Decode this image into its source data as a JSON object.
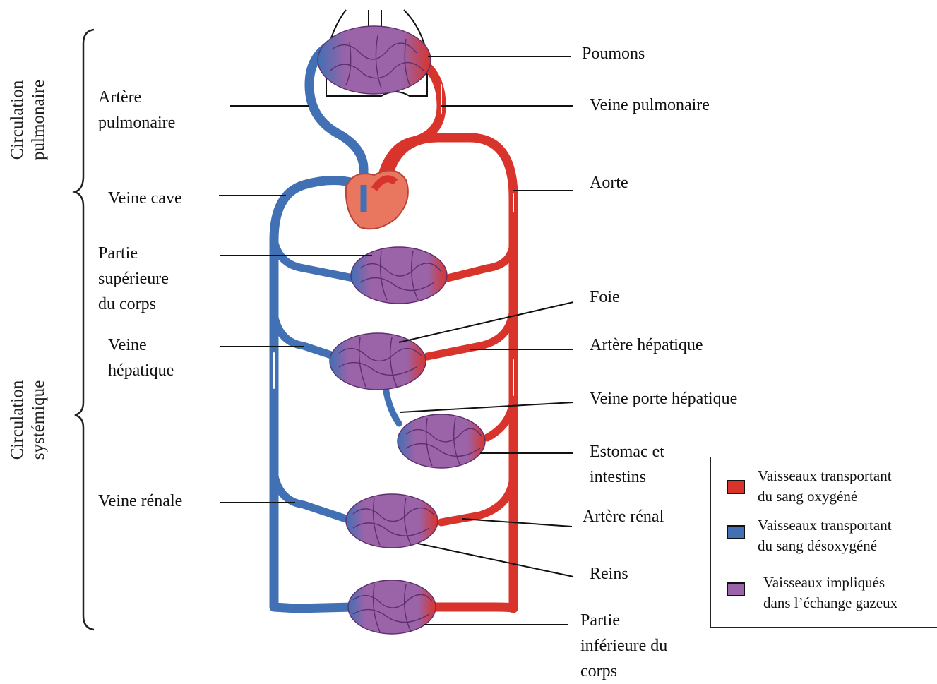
{
  "colors": {
    "oxygenated": "#d8342c",
    "deoxygenated": "#4170b4",
    "exchange": "#9b63a8",
    "heart": "#e9765f"
  },
  "side_labels": {
    "pulmonary": [
      "Circulation",
      "pulmonaire"
    ],
    "systemic": [
      "Circulation",
      "systémique"
    ]
  },
  "labels": {
    "poumons": "Poumons",
    "artere_pulmonaire": [
      "Artère",
      "pulmonaire"
    ],
    "veine_pulmonaire": "Veine pulmonaire",
    "veine_cave": "Veine cave",
    "aorte": "Aorte",
    "partie_superieure": [
      "Partie",
      "supérieure",
      "du corps"
    ],
    "foie": "Foie",
    "veine_hepatique": [
      "Veine",
      "hépatique"
    ],
    "artere_hepatique": "Artère hépatique",
    "veine_porte": "Veine porte hépatique",
    "estomac": [
      "Estomac et",
      "intestins"
    ],
    "veine_renale": "Veine rénale",
    "artere_renal": "Artère rénal",
    "reins": "Reins",
    "partie_inferieure": [
      "Partie",
      "inférieure du",
      "corps"
    ]
  },
  "legend": [
    {
      "lines": [
        "Vaisseaux transportant",
        "du sang oxygéné"
      ],
      "icon": "red-square"
    },
    {
      "lines": [
        "Vaisseaux transportant",
        "du sang désoxygéné"
      ],
      "icon": "blue-square"
    },
    {
      "lines": [
        "Vaisseaux impliqués",
        "dans l’échange gazeux"
      ],
      "icon": "purple-square"
    }
  ]
}
